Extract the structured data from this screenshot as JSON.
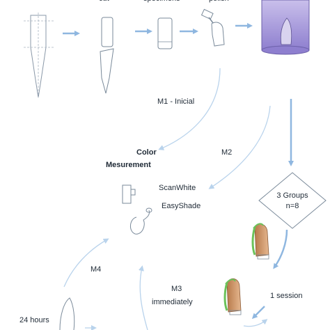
{
  "steps": {
    "cut": "cut",
    "specimens": "specimens",
    "polish": "polish"
  },
  "stages": {
    "m1": "M1 - Inicial",
    "m2": "M2",
    "m3_label": "M3",
    "m3_sub": "immediately",
    "m4": "M4"
  },
  "color_measurement": {
    "title_line1": "Color",
    "title_line2": "Mesurement",
    "device_a": "ScanWhite",
    "device_b": "EasyShade"
  },
  "groups": {
    "line1": "3 Groups",
    "line2": "n=8"
  },
  "session": "1   session",
  "time_24h": "24 hours",
  "colors": {
    "arrow": "#8fb7e0",
    "arrow_light": "#b9d3ec",
    "outline": "#7a8a9a",
    "resin_fill": "#a89ad6",
    "tooth_fill": "#d7a67a",
    "gel": "#6bc25a",
    "text": "#1f2a36"
  }
}
